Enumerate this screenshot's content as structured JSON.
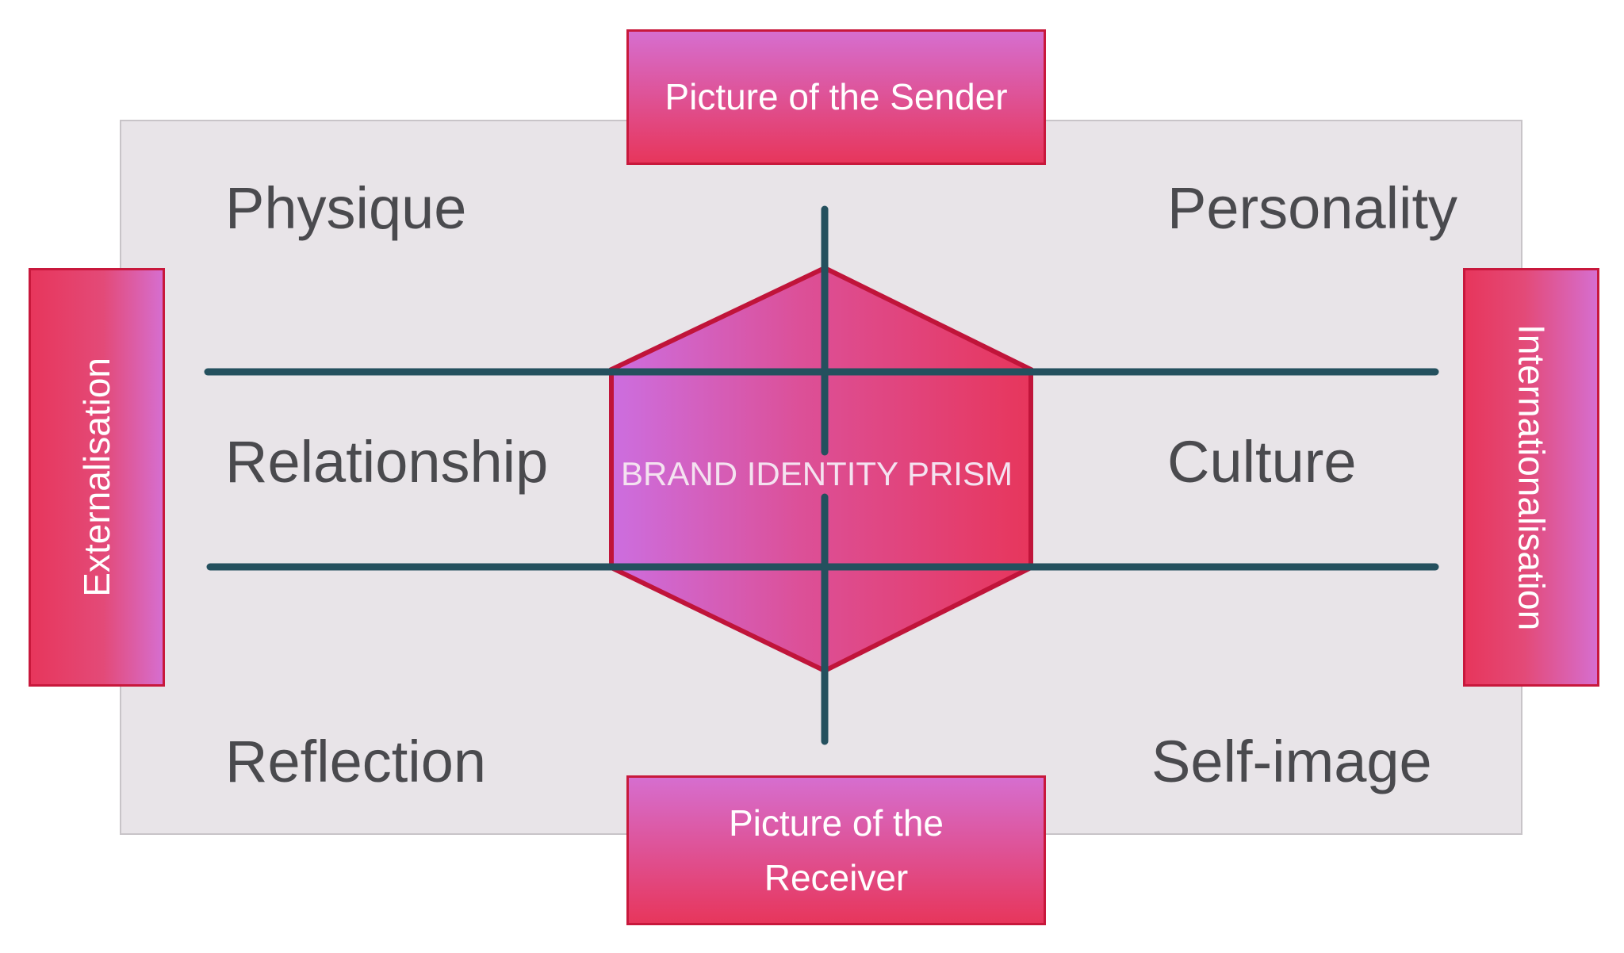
{
  "diagram": {
    "top_box": "Picture of the Sender",
    "bottom_box_line1": "Picture of the",
    "bottom_box_line2": "Receiver",
    "left_box": "Externalisation",
    "right_box": "Internationalisation",
    "center": "BRAND IDENTITY PRISM",
    "facets": {
      "physique": "Physique",
      "personality": "Personality",
      "relationship": "Relationship",
      "culture": "Culture",
      "reflection": "Reflection",
      "self_image": "Self-image"
    }
  },
  "colors": {
    "pink": "#e7365c",
    "violet": "#d66ecf",
    "border_red": "#c8183c",
    "line_teal": "#24505e",
    "panel_gray": "#e8e4e8",
    "facet_text": "#4a4a4e"
  }
}
